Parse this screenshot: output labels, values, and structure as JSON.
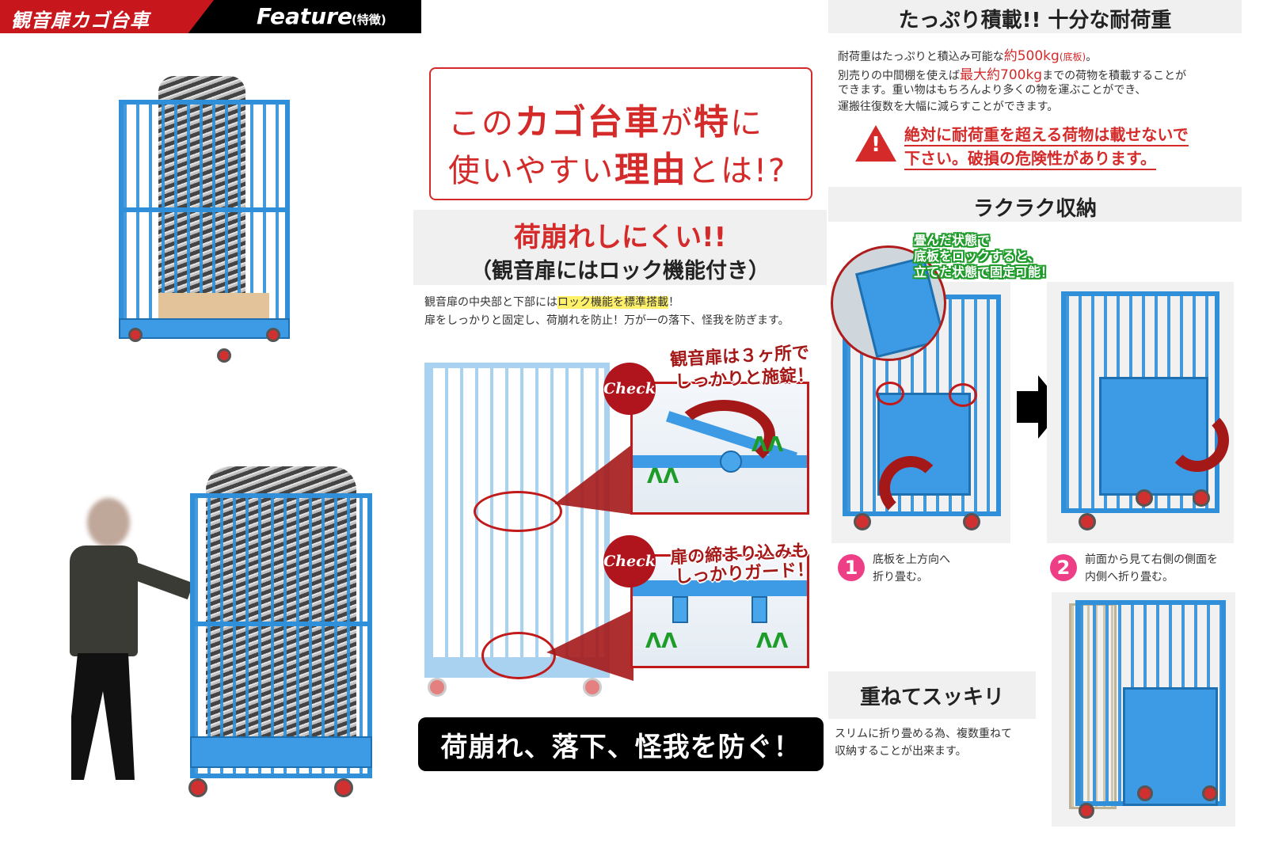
{
  "header": {
    "title": "観音扉カゴ台車",
    "feature": "Feature",
    "feature_sub": "(特徴)"
  },
  "reason": {
    "line1_a": "この",
    "line1_b": "カゴ台車",
    "line1_c": "が",
    "line1_d": "特",
    "line1_e": "に",
    "line2_a": "使いやすい",
    "line2_b": "理由",
    "line2_c": "とは!?"
  },
  "collapse": {
    "heading": "荷崩れしにくい!!",
    "subheading": "（観音扉にはロック機能付き）",
    "text1_a": "観音扉の中央部と下部には",
    "text1_hl": "ロック機能を標準搭載",
    "text1_b": "！",
    "text2": "扉をしっかりと固定し、荷崩れを防止！万が一の落下、怪我を防ぎます。",
    "check1_badge": "Check",
    "check1_l1": "観音扉は３ヶ所で",
    "check1_l2": "しっかりと施錠！",
    "check2_badge": "Check",
    "check2_l1": "扉の締まり込みも",
    "check2_l2": "しっかりガード！",
    "banner": "荷崩れ、落下、怪我を防ぐ！"
  },
  "load": {
    "title": "たっぷり積載!! 十分な耐荷重",
    "p1_a": "耐荷重はたっぷりと積込み可能な",
    "p1_red": "約500kg",
    "p1_small": "(底板)",
    "p1_b": "。",
    "p2_a": "別売りの中間棚を使えば",
    "p2_red": "最大約700kg",
    "p2_b": "までの荷物を積載することが",
    "p3": "できます。重い物はもちろんより多くの物を運ぶことができ、",
    "p4": "運搬往復数を大幅に減らすことができます。",
    "warning_l1": "絶対に耐荷重を超える荷物は載せないで",
    "warning_l2": "下さい。破損の危険性があります。",
    "warning_icon": "warning-icon"
  },
  "storage": {
    "title": "ラクラク収納",
    "note_l1": "畳んだ状態で",
    "note_l2": "底板をロックすると、",
    "note_l3": "立てた状態で固定可能！",
    "step1_num": "1",
    "step1_l1": "底板を上方向へ",
    "step1_l2": "折り畳む。",
    "step2_num": "2",
    "step2_l1": "前面から見て右側の側面を",
    "step2_l2": "内側へ折り畳む。"
  },
  "stack": {
    "title": "重ねてスッキリ",
    "l1": "スリムに折り畳める為、複数重ねて",
    "l2": "収納することが出来ます。"
  },
  "colors": {
    "accent_red": "#d42a2a",
    "cart_blue": "#2f8fd8",
    "badge_pink": "#ee3f86",
    "check_green": "#1e9c2a"
  }
}
